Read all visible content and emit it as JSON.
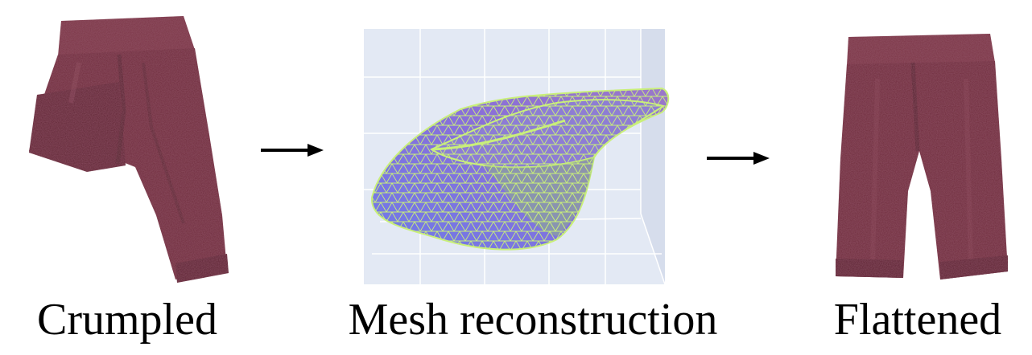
{
  "captions": {
    "crumpled": "Crumpled",
    "mesh": "Mesh reconstruction",
    "flattened": "Flattened"
  },
  "colors": {
    "fabric": "#6e2a3a",
    "fabric_dark": "#561e2c",
    "fabric_light": "#8a4a5a",
    "mesh_fill": "#7e74e0",
    "mesh_wire": "#c9ef7a",
    "plot_background": "#e3e9f4",
    "arrow": "#000000"
  },
  "icons": {
    "arrow_1": "right-arrow",
    "arrow_2": "right-arrow"
  }
}
